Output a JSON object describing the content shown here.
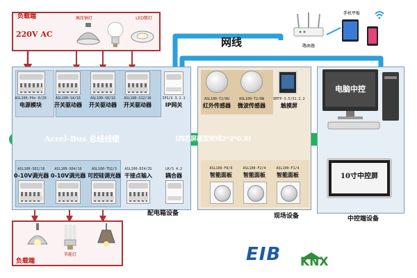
{
  "colors": {
    "bus": "#1fb35a",
    "network": "#2aa0dc",
    "cabinet_bg": "#dde8f2",
    "field_bg": "#f2e8d8",
    "control_bg": "#e6eef6",
    "sensor_bg": "#dfc9a6",
    "load_border": "#b03030"
  },
  "top_load": {
    "title": "负载端",
    "voltage": "220V AC",
    "captions": [
      "高压钠灯",
      "",
      "LED筒灯"
    ]
  },
  "bottom_load": {
    "title": "负载端",
    "captions": [
      "",
      "节能灯",
      ""
    ]
  },
  "network": {
    "label": "网线",
    "router_label": "路由器",
    "mobile_label": "手机平板"
  },
  "bus": {
    "label": "Acrel-Bus 总线线缆",
    "cable_label": "(四芯屏蔽双绞线2*2*0.8)"
  },
  "cabinet": {
    "title": "配电箱设备",
    "top_modules": [
      {
        "model": "ASL100-P4x 0/20",
        "name": "电源模块"
      },
      {
        "model": "ASL100-S4/16",
        "name": "开关驱动器"
      },
      {
        "model": "ASL100-S8/16",
        "name": "开关驱动器"
      },
      {
        "model": "ASL100-S12/16",
        "name": "开关驱动器"
      },
      {
        "model": "IPS/S 3.1.1",
        "name": "IP网关"
      }
    ],
    "bottom_modules": [
      {
        "model": "ASL100-SD2/16",
        "name": "0-10V调光器"
      },
      {
        "model": "ASL100-SD4/16",
        "name": "0-10V调光器"
      },
      {
        "model": "ASL100-TD2/3",
        "name": "可控硅调光器"
      },
      {
        "model": "ASL100-DI4/ZG",
        "name": "干接点输入"
      },
      {
        "model": "LK/S 4.2",
        "name": "耦合器"
      }
    ]
  },
  "field": {
    "title": "现场设备",
    "sensors": [
      {
        "model": "ASL100-T2/8U",
        "name": "红外传感器"
      },
      {
        "model": "ASL100-T2/8W",
        "name": "微波传感器"
      },
      {
        "model": "DMTP-3.5/S1.2.2",
        "name": "触摸屏"
      }
    ],
    "panels": [
      {
        "model": "ASL100-F8/6",
        "name": "智能面板"
      },
      {
        "model": "ASL100-F2/4",
        "name": "智能面板"
      },
      {
        "model": "ASL100-F1/4",
        "name": "智能面板"
      }
    ]
  },
  "control": {
    "title": "中控端设备",
    "pc_label": "电脑中控",
    "screen_label": "10寸中控屏"
  },
  "logos": {
    "eib": "EIB",
    "knx": "KNX"
  }
}
